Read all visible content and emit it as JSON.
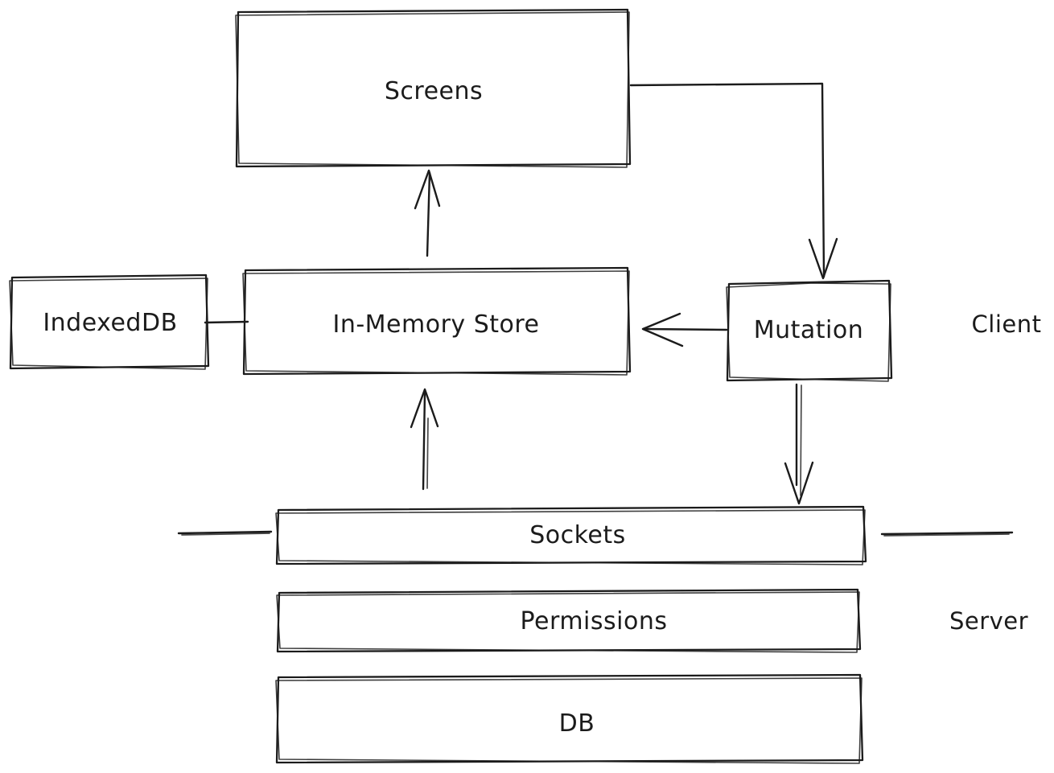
{
  "diagram": {
    "nodes": {
      "screens": {
        "label": "Screens"
      },
      "indexeddb": {
        "label": "IndexedDB"
      },
      "in_memory_store": {
        "label": "In-Memory Store"
      },
      "mutation": {
        "label": "Mutation"
      },
      "sockets": {
        "label": "Sockets"
      },
      "permissions": {
        "label": "Permissions"
      },
      "db": {
        "label": "DB"
      }
    },
    "zone_labels": {
      "client": "Client",
      "server": "Server"
    },
    "edges": [
      {
        "from": "screens",
        "to": "mutation",
        "style": "arrow",
        "route": "right-then-down"
      },
      {
        "from": "mutation",
        "to": "in_memory_store",
        "style": "arrow",
        "route": "left"
      },
      {
        "from": "mutation",
        "to": "sockets",
        "style": "double-arrow",
        "route": "down"
      },
      {
        "from": "sockets",
        "to": "in_memory_store",
        "style": "arrow",
        "route": "up"
      },
      {
        "from": "in_memory_store",
        "to": "screens",
        "style": "arrow",
        "route": "up"
      },
      {
        "from": "indexeddb",
        "to": "in_memory_store",
        "style": "line",
        "route": "right"
      }
    ],
    "boundary": {
      "left_segment": "client-server divider (left of Sockets)",
      "right_segment": "client-server divider (right of Sockets)"
    },
    "colors": {
      "stroke": "#1b1b1b",
      "canvas_background": "#ffffff"
    }
  }
}
